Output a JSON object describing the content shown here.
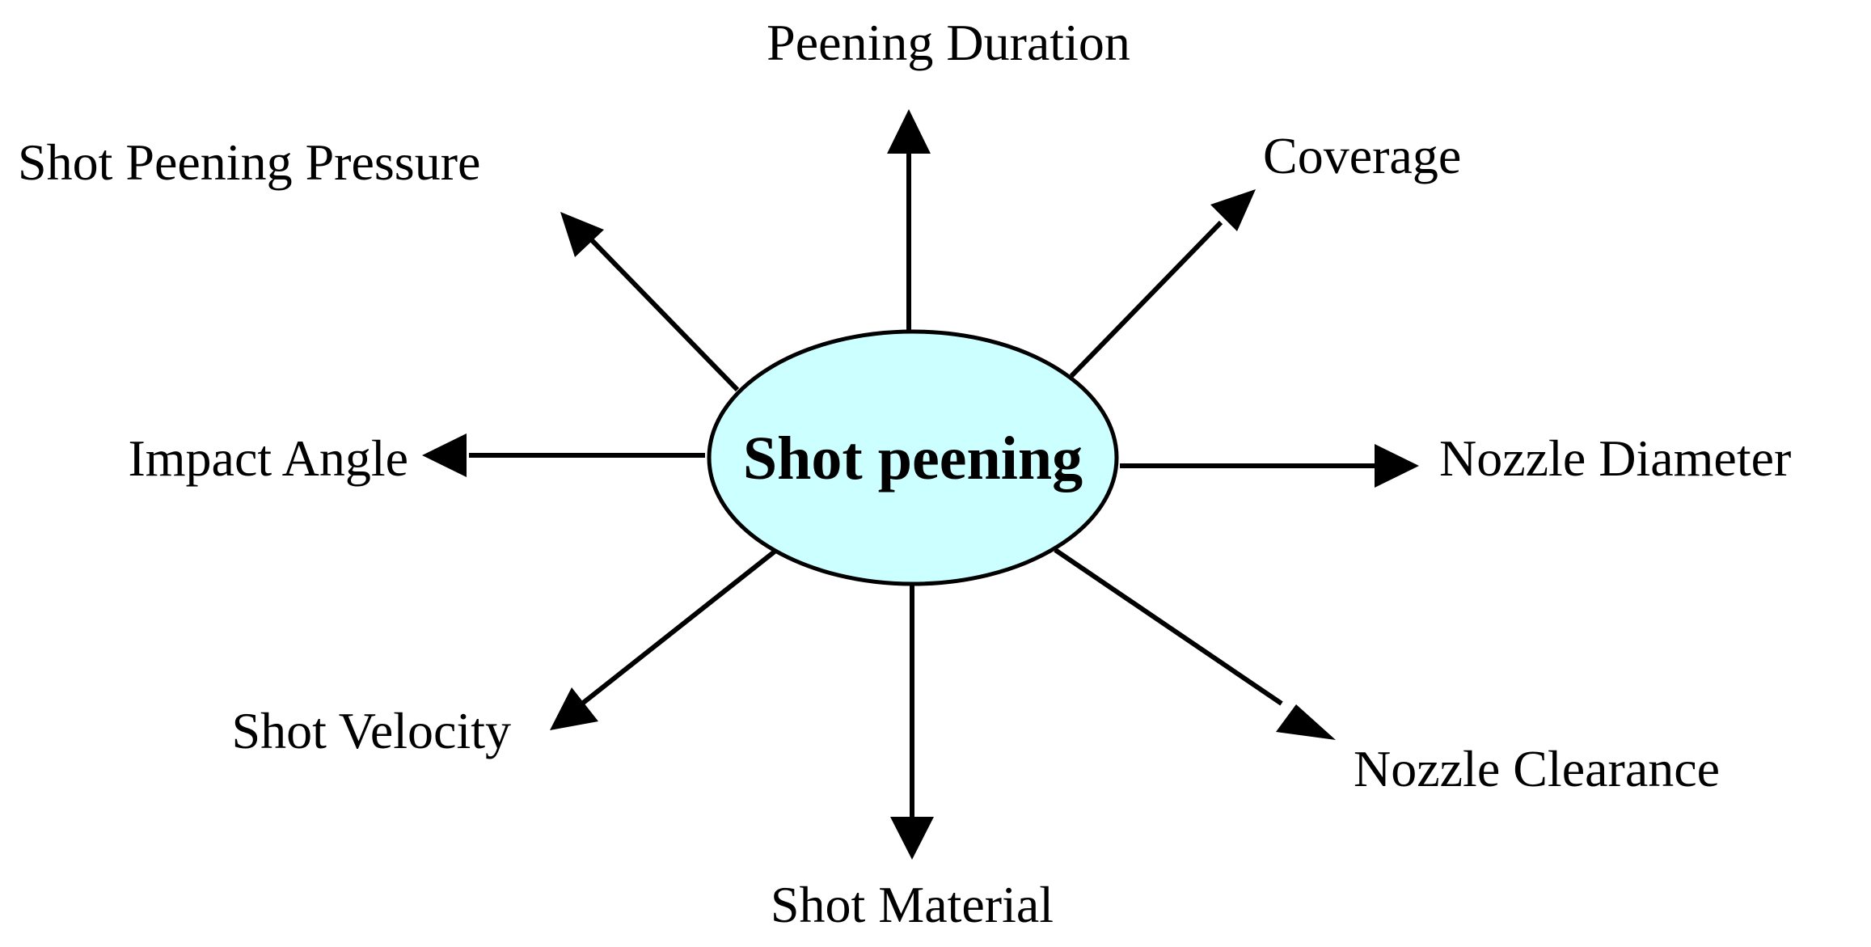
{
  "center": {
    "label": "Shot peening",
    "fill_color": "#ccffff",
    "stroke_color": "#000000"
  },
  "factors": [
    {
      "id": "peening-duration",
      "label": "Peening Duration"
    },
    {
      "id": "coverage",
      "label": "Coverage"
    },
    {
      "id": "nozzle-diameter",
      "label": "Nozzle Diameter"
    },
    {
      "id": "nozzle-clearance",
      "label": "Nozzle Clearance"
    },
    {
      "id": "shot-material",
      "label": "Shot Material"
    },
    {
      "id": "shot-velocity",
      "label": "Shot Velocity"
    },
    {
      "id": "impact-angle",
      "label": "Impact Angle"
    },
    {
      "id": "shot-peening-pressure",
      "label": "Shot Peening Pressure"
    }
  ],
  "arrow_color": "#000000"
}
